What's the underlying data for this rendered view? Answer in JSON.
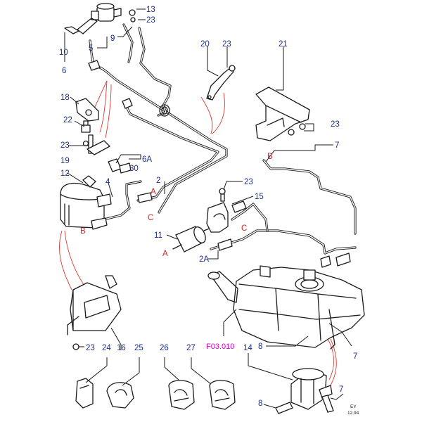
{
  "diagram": {
    "reference_code": "F03.010",
    "stamp": {
      "line1": "EY",
      "line2": "12.94"
    },
    "part_numbers": {
      "p13": "13",
      "p23_top": "23",
      "p9": "9",
      "p5": "5",
      "p10": "10",
      "p6": "6",
      "p20": "20",
      "p23_bracket": "23",
      "p21": "21",
      "p18": "18",
      "p22": "22",
      "p23_left": "23",
      "p19": "19",
      "p6a": "6A",
      "p30": "30",
      "p12": "12",
      "p4": "4",
      "p2": "2",
      "p23_right": "23",
      "p7_top": "7",
      "p23_mid": "23",
      "p15": "15",
      "p11": "11",
      "p2a": "2A",
      "p8_tank": "8",
      "p7_tank": "7",
      "p23_bottom": "23",
      "p16": "16",
      "p14": "14",
      "p8_bottom": "8",
      "p7_bottom": "7",
      "p24": "24",
      "p25": "25",
      "p26": "26",
      "p27": "27"
    },
    "connection_letters": {
      "a_upper": "A",
      "c_upper": "C",
      "b_left": "B",
      "b_right": "B",
      "c_mid": "C",
      "a_filter": "A"
    },
    "colors": {
      "ink": "#1a1a1a",
      "part_number": "#1a2f8a",
      "connection": "#d42424",
      "reference": "#d400c8",
      "callout_line": "#e0352b"
    }
  }
}
